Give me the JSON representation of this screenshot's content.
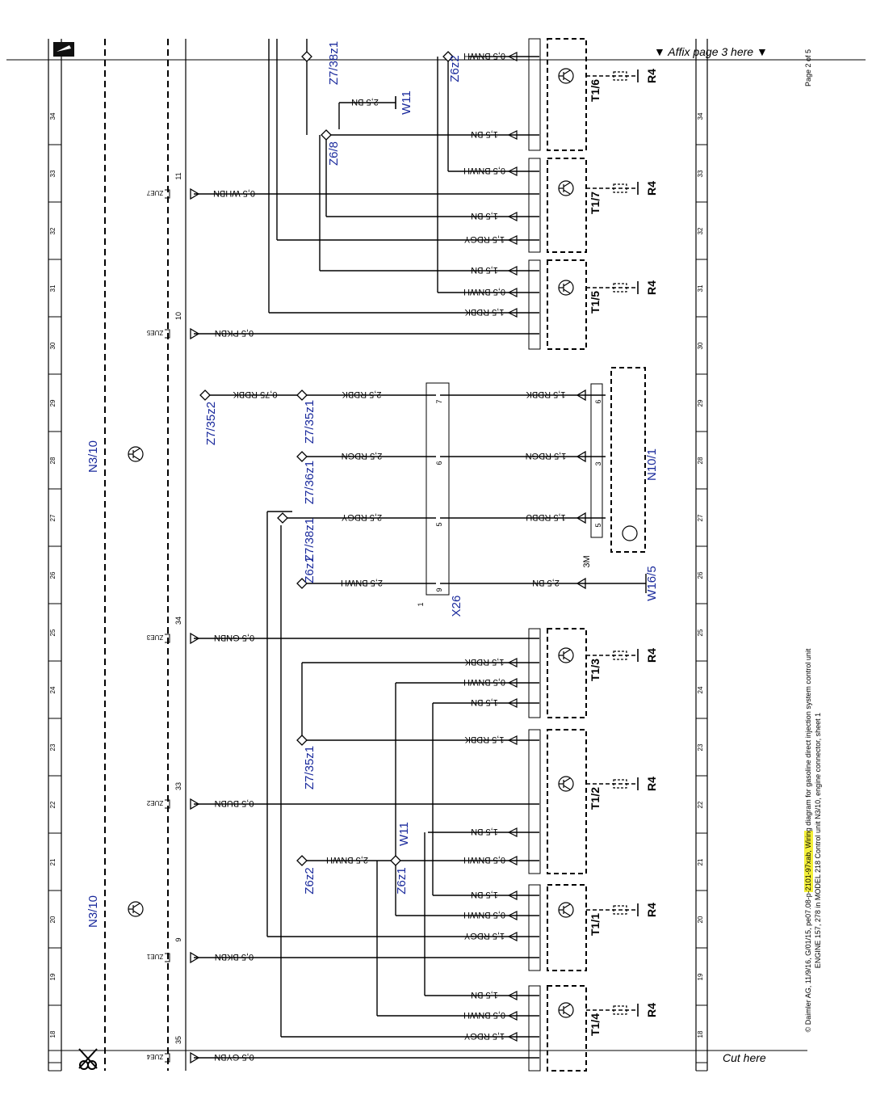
{
  "header": {
    "affix_text": "▼ Affix page 3 here ▼",
    "cut_text": "Cut here",
    "page_label": "Page 2 of 5"
  },
  "footer": {
    "copyright_line": "© Daimler AG, 11/9/16, G/01/15, pe07.08-p-2101-97xab, Wiring diagram for gasoline direct injection system control unit",
    "engine_line": "ENGINE 157, 278 in MODEL 218 Control unit N3/10, engine connector, sheet 1",
    "highlight_word": "Wiring diagram"
  },
  "colors": {
    "component_label": "#1a2a9c",
    "wire": "#000000",
    "highlight": "#f3ef3a"
  },
  "grid_left": [
    "18",
    "19",
    "20",
    "21",
    "22",
    "23",
    "24",
    "25",
    "26",
    "27",
    "28",
    "29",
    "30",
    "31",
    "32",
    "33",
    "34"
  ],
  "grid_right": [
    "18",
    "19",
    "20",
    "21",
    "22",
    "23",
    "24",
    "25",
    "26",
    "27",
    "28",
    "29",
    "30",
    "31",
    "32",
    "33",
    "34"
  ],
  "control_units": [
    {
      "id": "n3-10-a",
      "label": "N3/10"
    },
    {
      "id": "n3-10-b",
      "label": "N3/10"
    }
  ],
  "control_pins": [
    {
      "wire": "0.5 WHBN",
      "pin": "11",
      "code": "ZUE7"
    },
    {
      "wire": "0.5 PKBN",
      "pin": "10",
      "code": "ZUE5"
    },
    {
      "wire": "0.5 GNBN",
      "pin": "34",
      "code": "ZUE3"
    },
    {
      "wire": "0.5 BUBN",
      "pin": "33",
      "code": "ZUE2"
    },
    {
      "wire": "0.5 BKBN",
      "pin": "9",
      "code": "ZUE1"
    },
    {
      "wire": "0.5 GYBN",
      "pin": "35",
      "code": "ZUE4"
    }
  ],
  "ignition_coils": [
    {
      "label": "T1/6",
      "resistor": "R4",
      "wires": [
        "0.5 BNWH",
        "1.5 BN"
      ]
    },
    {
      "label": "T1/7",
      "resistor": "R4",
      "wires": [
        "0.5 BNWH",
        "1.5 BN",
        "1.5 RDGY"
      ]
    },
    {
      "label": "T1/5",
      "resistor": "R4",
      "wires": [
        "1.5 BN",
        "0.5 BNWH",
        "1.5 RDBK"
      ]
    },
    {
      "label": "T1/3",
      "resistor": "R4",
      "wires": [
        "1.5 RDBK",
        "0.5 BNWH",
        "1.5 BN"
      ]
    },
    {
      "label": "T1/2",
      "resistor": "R4",
      "wires": [
        "1.5 RDBK",
        "1.5 BN",
        "0.5 BNWH"
      ]
    },
    {
      "label": "T1/1",
      "resistor": "R4",
      "wires": [
        "1.5 BN",
        "0.5 BNWH",
        "1.5 RDGY"
      ]
    },
    {
      "label": "T1/4",
      "resistor": "R4",
      "wires": [
        "1.5 BN",
        "0.5 BNWH",
        "1.5 RDGY"
      ]
    }
  ],
  "splices": [
    "Z7/38z1",
    "Z6z2",
    "Z6/8",
    "Z7/35z2",
    "Z7/35z1",
    "Z7/36z1",
    "Z7/38z1",
    "Z6z1",
    "Z7/35z1",
    "Z6z2",
    "Z6z1"
  ],
  "connector_x26": {
    "label": "X26",
    "pins": [
      {
        "pin": "7",
        "left_wire": "2.5 RDBK",
        "right_wire": "1.5 RDBK"
      },
      {
        "pin": "6",
        "left_wire": "2.5 RDGN",
        "right_wire": "1.5 RDGN"
      },
      {
        "pin": "5",
        "left_wire": "2.5 RDGY",
        "right_wire": "1.5 RDBU"
      },
      {
        "pin": "9",
        "left_wire": "2.5 BNWH",
        "right_wire": "2.5 BN"
      }
    ],
    "pin_one": "1"
  },
  "relay_n10": {
    "label": "N10/1",
    "code": "3M",
    "pins": [
      "6",
      "3",
      "5"
    ]
  },
  "ground_w16": {
    "label": "W16/5"
  },
  "ground_w11_top": {
    "label": "W11",
    "wire": "2.5 BN"
  },
  "ground_w11_mid": {
    "label": "W11"
  },
  "extra_wires": {
    "z7_35z2": "0.75 RDBK",
    "z6z2_bottom": "2.5 BNWH"
  }
}
